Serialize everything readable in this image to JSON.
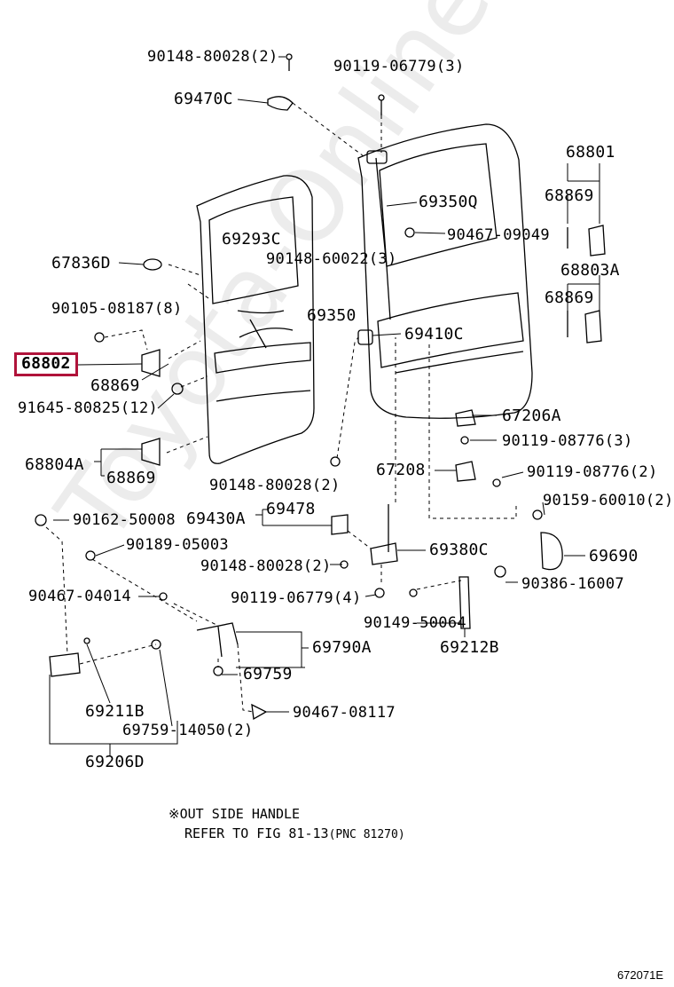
{
  "diagram": {
    "watermark": "Toyota-Online.ru",
    "figure_code": "672071E",
    "highlighted_part": "68802",
    "labels": {
      "p90148_80028_2a": "90148-80028(2)",
      "p90119_06779_3": "90119-06779(3)",
      "p69470C": "69470C",
      "p68801": "68801",
      "p68869_a": "68869",
      "p69350Q": "69350Q",
      "p69293C": "69293C",
      "p90467_09049": "90467-09049",
      "p67836D": "67836D",
      "p90148_60022_3": "90148-60022(3)",
      "p68803A": "68803A",
      "p68869_b": "68869",
      "p90105_08187_8": "90105-08187(8)",
      "p69350": "69350",
      "p69410C": "69410C",
      "p68802": "68802",
      "p68869_c": "68869",
      "p91645_80825_12": "91645-80825(12)",
      "p67206A": "67206A",
      "p90119_08776_3": "90119-08776(3)",
      "p68804A": "68804A",
      "p68869_d": "68869",
      "p67208": "67208",
      "p90119_08776_2": "90119-08776(2)",
      "p90148_80028_2b": "90148-80028(2)",
      "p90159_60010_2": "90159-60010(2)",
      "p90162_50008": "90162-50008",
      "p69430A": "69430A",
      "p69478": "69478",
      "p90189_05003": "90189-05003",
      "p69380C": "69380C",
      "p69690": "69690",
      "p90148_80028_2c": "90148-80028(2)",
      "p90386_16007": "90386-16007",
      "p90467_04014": "90467-04014",
      "p90119_06779_4": "90119-06779(4)",
      "p90149_50064": "90149-50064",
      "p69212B": "69212B",
      "p69790A": "69790A",
      "p69759_a": "69759",
      "p69211B": "69211B",
      "p90467_08117": "90467-08117",
      "p69759_14050_2": "69759-14050(2)",
      "p69206D": "69206D"
    },
    "note": {
      "line1": "※OUT SIDE HANDLE",
      "line2": "REFER TO FIG 81-13",
      "line2_small": "(PNC 81270)"
    }
  }
}
